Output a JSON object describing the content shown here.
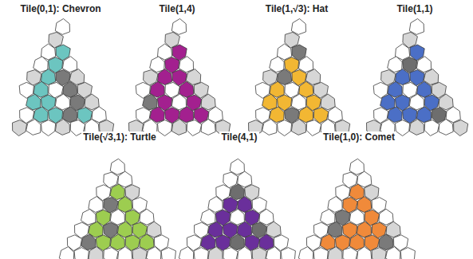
{
  "diagram": {
    "labels": [
      "Tile(0,1): Chevron",
      "Tile(1,4)",
      "Tile(1,√3): Hat",
      "Tile(1,1)",
      "Tile(√3,1): Turtle",
      "Tile(4,1)",
      "Tile(1,0): Comet"
    ]
  }
}
